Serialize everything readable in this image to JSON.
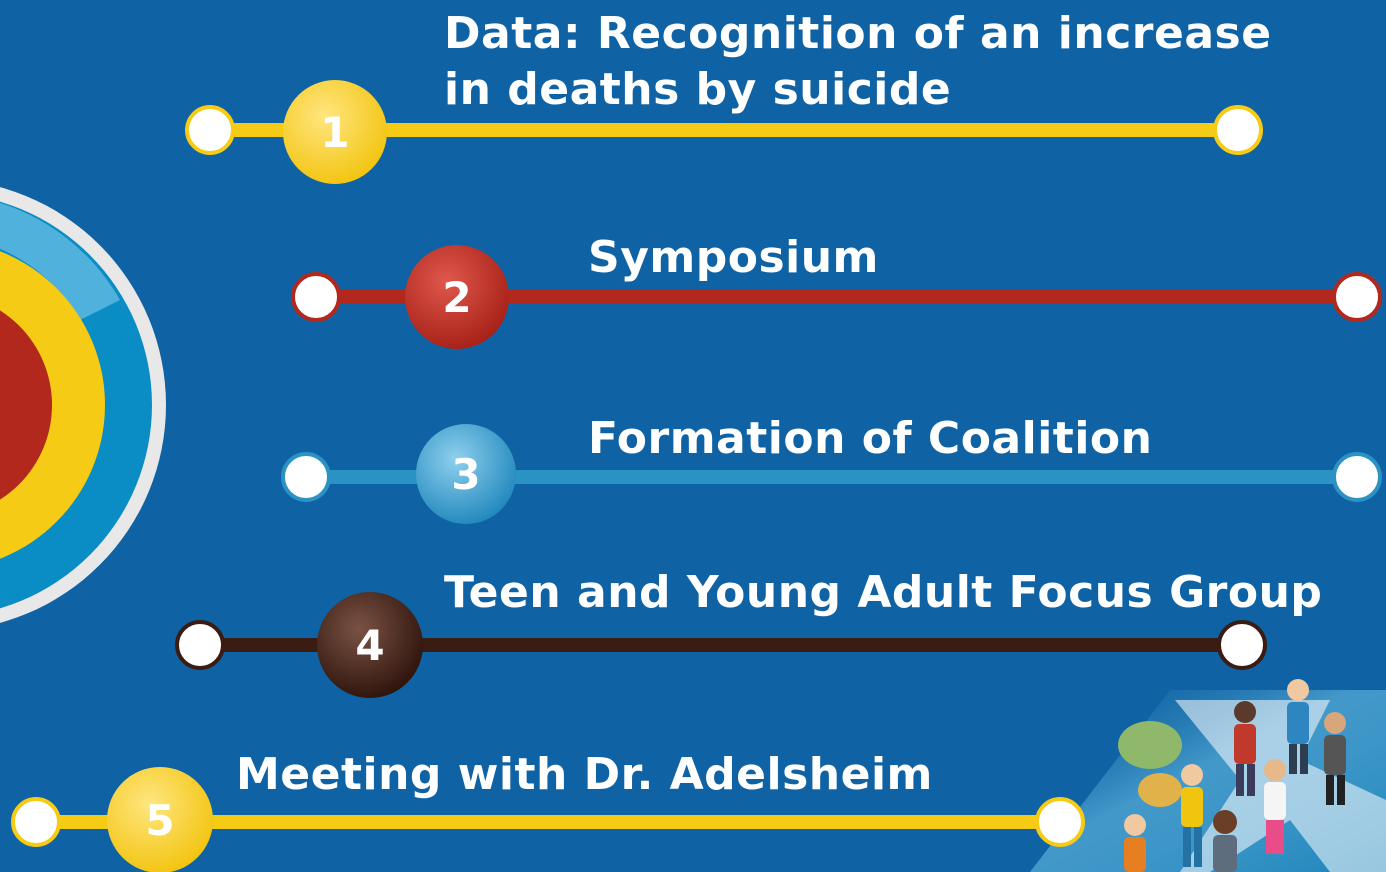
{
  "background_color": "#0f62a3",
  "steps": [
    {
      "number": "1",
      "label_line1": "Data: Recognition of an increase",
      "label_line2": "in deaths by suicide",
      "color": "#f6cb16"
    },
    {
      "number": "2",
      "label_line1": "Symposium",
      "color": "#b2281d"
    },
    {
      "number": "3",
      "label_line1": "Formation of Coalition",
      "color": "#2a93c4"
    },
    {
      "number": "4",
      "label_line1": "Teen and Young Adult Focus Group",
      "color": "#3b1c12"
    },
    {
      "number": "5",
      "label_line1": "Meeting with Dr. Adelsheim",
      "color": "#f6cb16"
    }
  ],
  "decorations": {
    "target_rings": [
      "#e8e8e8",
      "#0a8cc4",
      "#f6cb16",
      "#b2281d"
    ],
    "people_illustration": "group-of-people-illustration",
    "speech_bubble_icon": "speech-bubble-icon"
  }
}
